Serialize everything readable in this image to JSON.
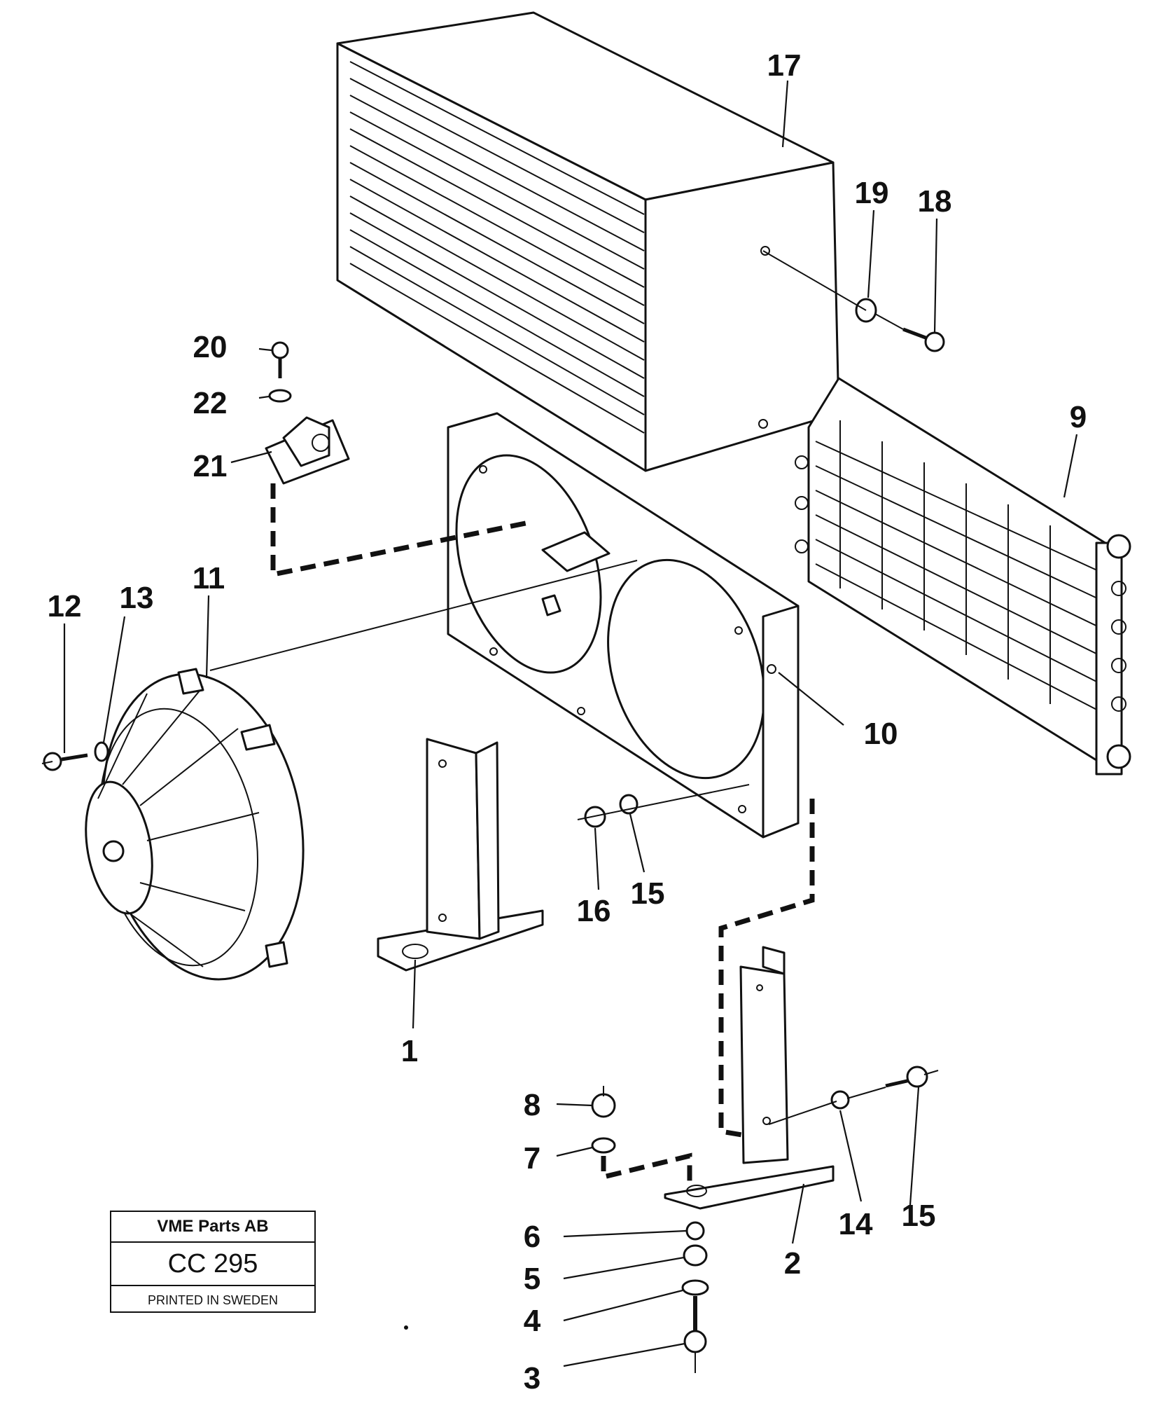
{
  "diagram": {
    "callouts": [
      "1",
      "2",
      "3",
      "4",
      "5",
      "6",
      "7",
      "8",
      "9",
      "10",
      "11",
      "12",
      "13",
      "14",
      "15",
      "15",
      "16",
      "17",
      "18",
      "19",
      "20",
      "21",
      "22"
    ]
  },
  "title_block": {
    "company": "VME Parts AB",
    "drawing_number": "CC 295",
    "print_note": "PRINTED IN SWEDEN"
  }
}
